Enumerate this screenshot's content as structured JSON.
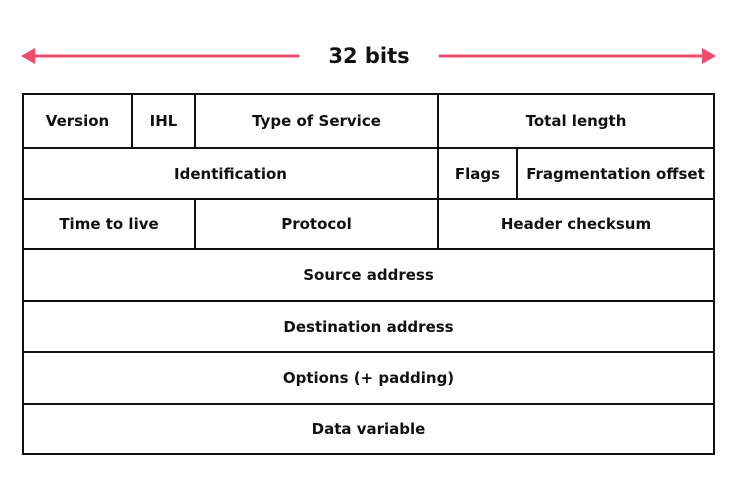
{
  "header": {
    "label": "32 bits",
    "arrow_color": "#ef4a72"
  },
  "rows": [
    {
      "cells": [
        {
          "label": "Version"
        },
        {
          "label": "IHL"
        },
        {
          "label": "Type of Service"
        },
        {
          "label": "Total length"
        }
      ]
    },
    {
      "cells": [
        {
          "label": "Identification"
        },
        {
          "label": "Flags"
        },
        {
          "label": "Fragmentation offset"
        }
      ]
    },
    {
      "cells": [
        {
          "label": "Time to live"
        },
        {
          "label": "Protocol"
        },
        {
          "label": "Header checksum"
        }
      ]
    },
    {
      "cells": [
        {
          "label": "Source address"
        }
      ]
    },
    {
      "cells": [
        {
          "label": "Destination address"
        }
      ]
    },
    {
      "cells": [
        {
          "label": "Options (+ padding)"
        }
      ]
    },
    {
      "cells": [
        {
          "label": "Data variable"
        }
      ]
    }
  ]
}
